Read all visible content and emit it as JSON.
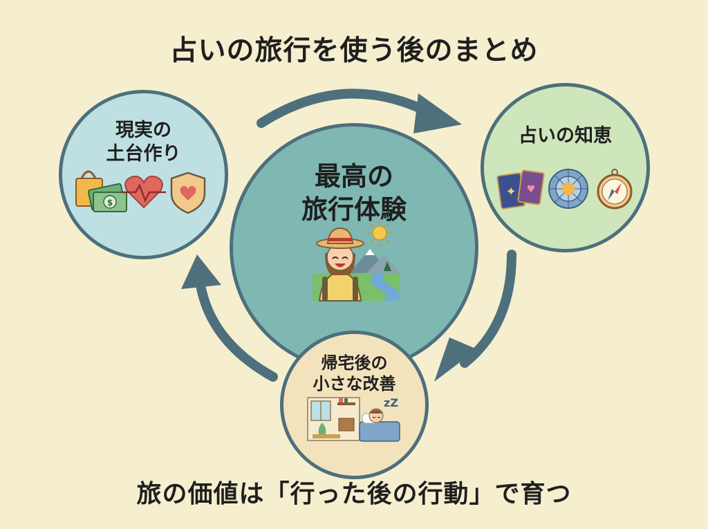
{
  "title": "占いの旅行を使う後のまとめ",
  "footer": "旅の価値は「行った後の行動」で育つ",
  "nodes": {
    "left": {
      "line1": "現実の",
      "line2": "土台作り"
    },
    "right": {
      "line1": "占いの知恵"
    },
    "center": {
      "line1": "最高の",
      "line2": "旅行体験"
    },
    "bottom": {
      "line1": "帰宅後の",
      "line2": "小さな改善"
    }
  },
  "icons": {
    "left": [
      "shopping-bag-icon",
      "money-icon",
      "heartbeat-icon",
      "shield-heart-icon"
    ],
    "right": [
      "tarot-cards-icon",
      "zodiac-wheel-icon",
      "compass-icon"
    ],
    "center": [
      "traveler-illustration",
      "sun-icon",
      "mountains-icon",
      "river-icon"
    ],
    "bottom": [
      "tidy-room-illustration",
      "sleeping-person-icon"
    ]
  },
  "sleep_text": "zZ",
  "colors": {
    "background": "#f5efcf",
    "arrow": "#4e6f7c",
    "left_bubble": "#bfe0e2",
    "right_bubble": "#cfe6bd",
    "center_bubble": "#7fb8b3",
    "bottom_bubble": "#f3e3bd"
  }
}
